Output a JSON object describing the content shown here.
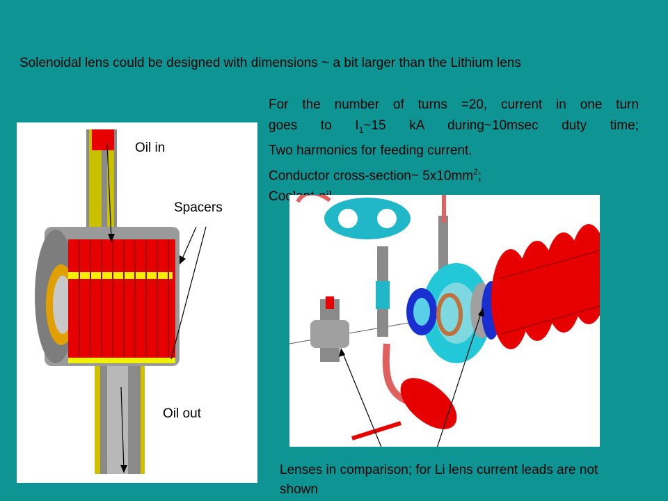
{
  "slide": {
    "title": "Solenoidal lens could be designed with dimensions ~ a bit larger than the Lithium lens",
    "specs": {
      "line1": "For the number of turns =20, current in one turn",
      "line2_pre": "goes to I",
      "line2_sub": "1",
      "line2_post": "~15 kA during~10msec duty time;",
      "line3": "Two harmonics for feeding current.",
      "line4_pre": "Conductor cross-section~ 5x10mm",
      "line4_sup": "2",
      "line4_post": ";",
      "line5": "Coolant-oil"
    },
    "labels": {
      "oil_in": "Oil in",
      "spacers": "Spacers",
      "oil_out": "Oil out"
    },
    "caption": "Lenses in comparison; for Li lens current leads are not shown",
    "colors": {
      "background": "#0f9494",
      "coil_red": "#e60000",
      "spacer_yellow": "#f0f000",
      "body_gray": "#9a9a9a",
      "flange_cyan": "#22c8d8",
      "ring_blue": "#1a2fd0"
    }
  }
}
